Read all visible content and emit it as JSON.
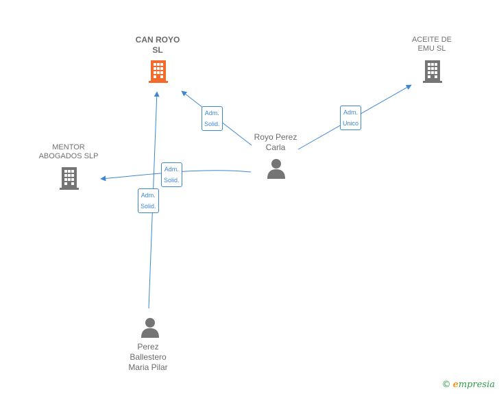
{
  "nodes": {
    "can_royo": {
      "label": "CAN ROYO\nSL",
      "color": "#f26a2c"
    },
    "aceite_emu": {
      "label": "ACEITE DE\nEMU  SL",
      "color": "#757575"
    },
    "mentor": {
      "label": "MENTOR\nABOGADOS  SLP",
      "color": "#757575"
    },
    "royo_perez": {
      "label": "Royo Perez\nCarla",
      "color": "#757575"
    },
    "perez_ballestero": {
      "label": "Perez\nBallestero\nMaria Pilar",
      "color": "#757575"
    }
  },
  "edges": {
    "royo_can": {
      "label": "Adm.\nSolid."
    },
    "royo_aceite": {
      "label": "Adm.\nUnico"
    },
    "royo_mentor": {
      "label": "Adm.\nSolid."
    },
    "perez_can": {
      "label": "Adm.\nSolid."
    }
  },
  "colors": {
    "edge": "#3d86d0"
  },
  "footer": {
    "copyright": "©",
    "brand_e": "e",
    "brand_rest": "mpresia"
  }
}
